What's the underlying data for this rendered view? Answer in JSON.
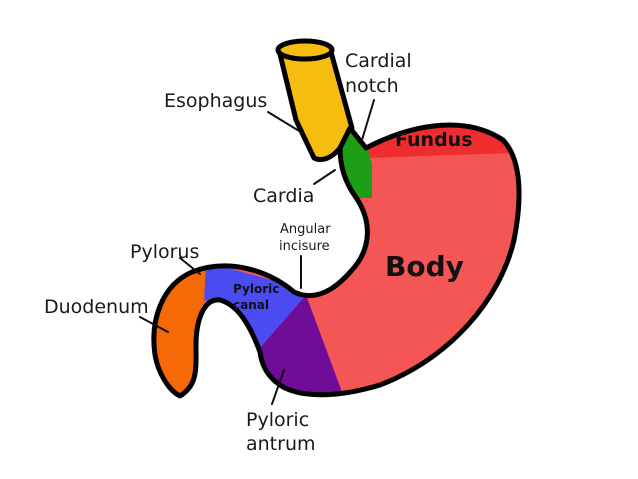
{
  "diagram": {
    "labels": {
      "esophagus": "Esophagus",
      "cardial_notch_line1": "Cardial",
      "cardial_notch_line2": "notch",
      "fundus": "Fundus",
      "cardia": "Cardia",
      "angular_incisure_line1": "Angular",
      "angular_incisure_line2": "incisure",
      "body": "Body",
      "pylorus": "Pylorus",
      "pyloric_canal_line1": "Pyloric",
      "pyloric_canal_line2": "canal",
      "duodenum": "Duodenum",
      "pyloric_antrum_line1": "Pyloric",
      "pyloric_antrum_line2": "antrum"
    },
    "region_colors": {
      "esophagus": "#f5bd0f",
      "cardia": "#1e9d16",
      "fundus": "#ee2e2e",
      "body": "#f45656",
      "pyloric_antrum": "#6f0d99",
      "pyloric_canal": "#4a4cf2",
      "duodenum": "#f56a07",
      "outline": "#000000"
    }
  }
}
